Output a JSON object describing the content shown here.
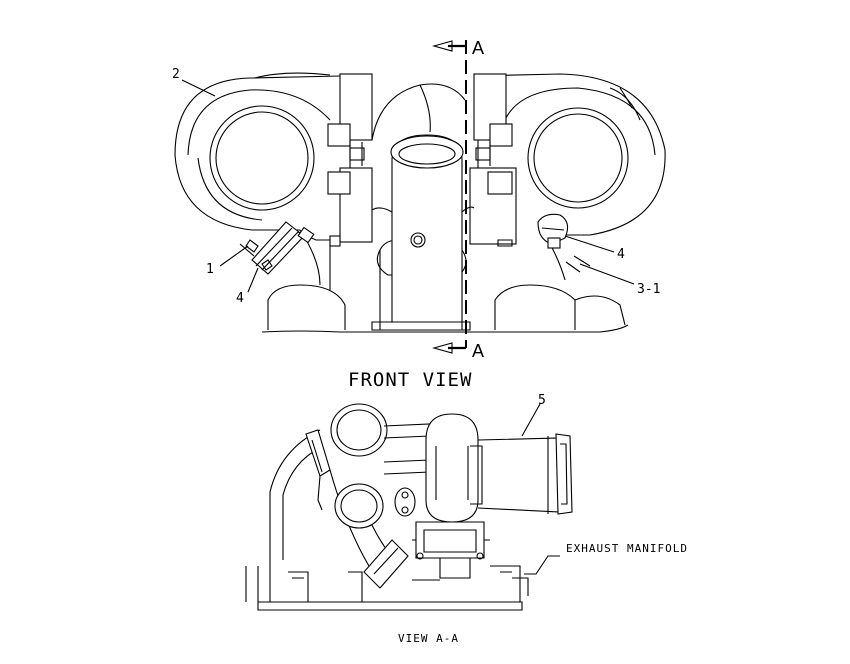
{
  "front_view": {
    "title": "FRONT VIEW",
    "section_marker_top": "A",
    "section_marker_bottom": "A",
    "callouts": {
      "c2": "2",
      "c1": "1",
      "c4_left": "4",
      "c4_right": "4",
      "c3_1": "3-1"
    }
  },
  "view_a_a": {
    "title": "VIEW A-A",
    "callout_5": "5",
    "exhaust_label": "EXHAUST MANIFOLD"
  }
}
